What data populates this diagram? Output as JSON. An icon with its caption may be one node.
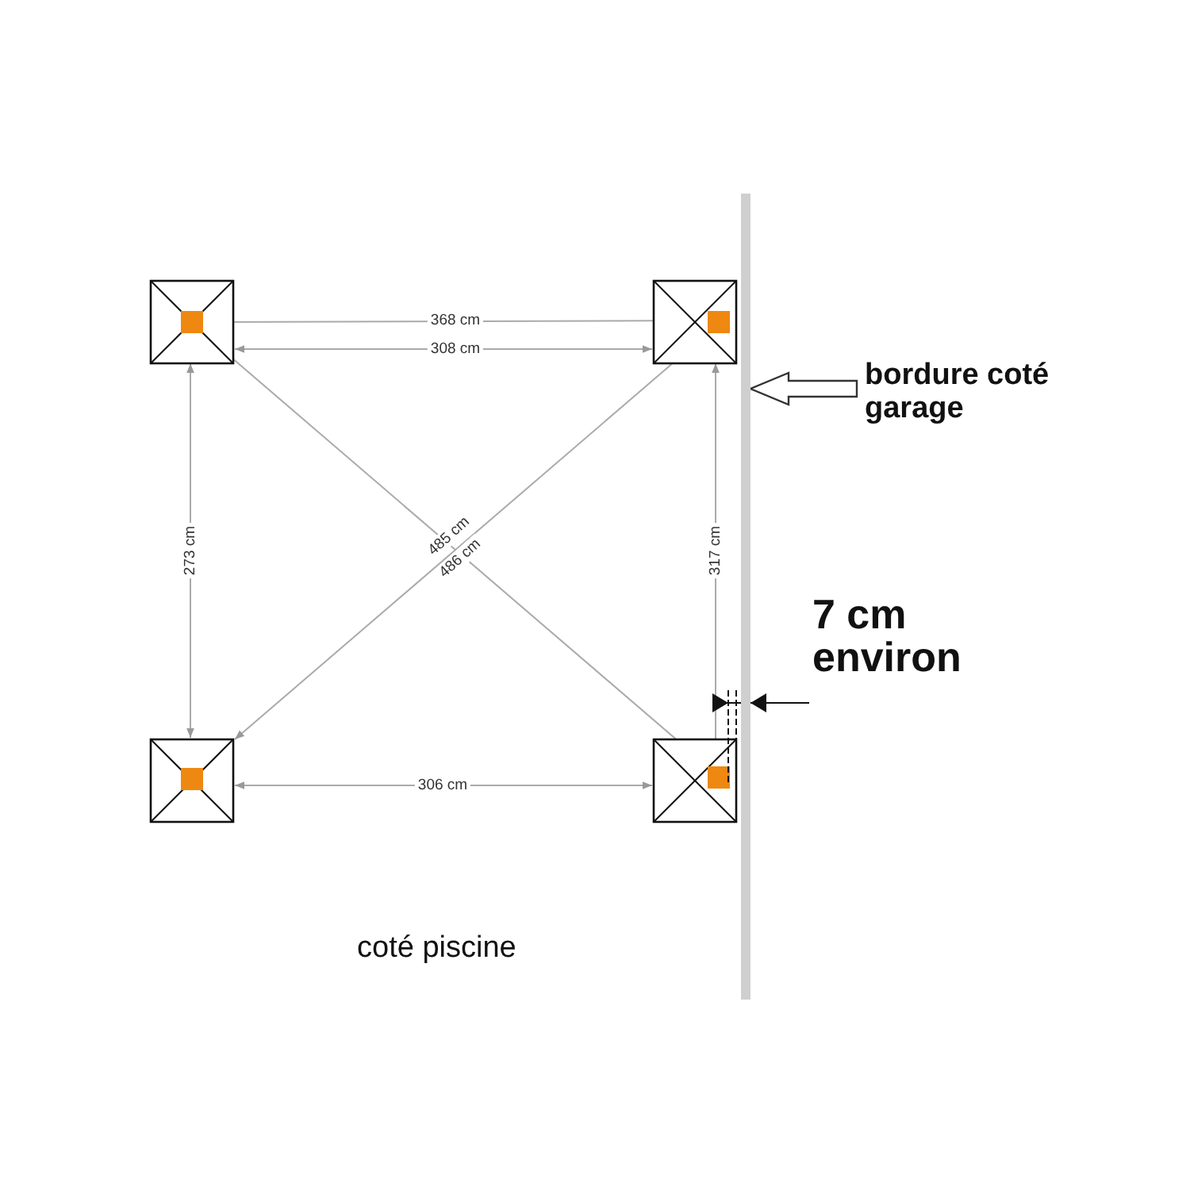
{
  "diagram": {
    "nodes": [
      {
        "text": [
          "bordure coté garage"
        ]
      },
      {
        "text": [],
        "shape": "bar"
      }
    ],
    "edges": [
      {
        "from": 0,
        "to": 1,
        "arrow": "to"
      }
    ],
    "labels": [
      "368 cm",
      "308 cm",
      "485 cm",
      "486 cm",
      "273 cm",
      "317 cm",
      "7 cm environ",
      "coté piscine",
      "306 cm"
    ]
  }
}
